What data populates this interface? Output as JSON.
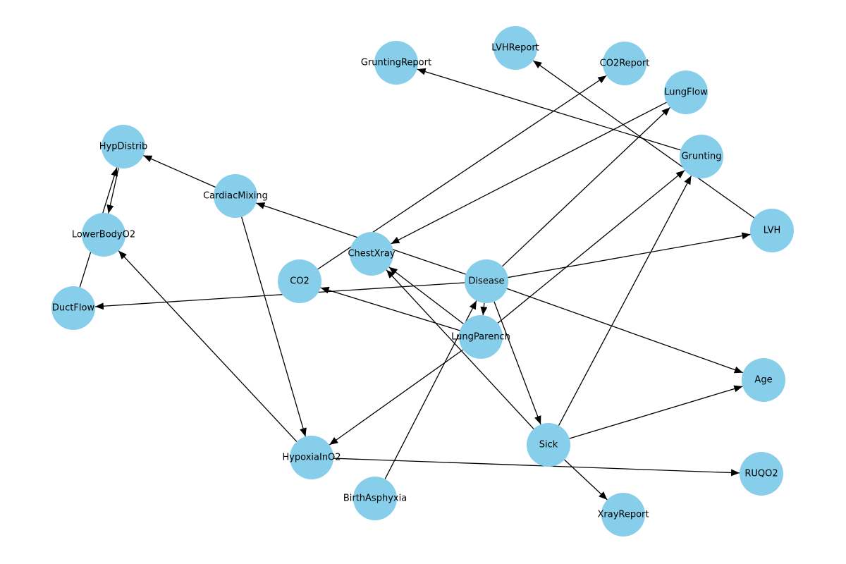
{
  "graph": {
    "node_color": "#87CEEB",
    "edge_color": "#000000",
    "nodes": [
      {
        "id": "LVHReport",
        "label": "LVHReport"
      },
      {
        "id": "GruntingReport",
        "label": "GruntingReport"
      },
      {
        "id": "CO2Report",
        "label": "CO2Report"
      },
      {
        "id": "LungFlow",
        "label": "LungFlow"
      },
      {
        "id": "Grunting",
        "label": "Grunting"
      },
      {
        "id": "HypDistrib",
        "label": "HypDistrib"
      },
      {
        "id": "CardiacMixing",
        "label": "CardiacMixing"
      },
      {
        "id": "LowerBodyO2",
        "label": "LowerBodyO2"
      },
      {
        "id": "LVH",
        "label": "LVH"
      },
      {
        "id": "ChestXray",
        "label": "ChestXray"
      },
      {
        "id": "CO2",
        "label": "CO2"
      },
      {
        "id": "Disease",
        "label": "Disease"
      },
      {
        "id": "DuctFlow",
        "label": "DuctFlow"
      },
      {
        "id": "LungParench",
        "label": "LungParench"
      },
      {
        "id": "Age",
        "label": "Age"
      },
      {
        "id": "Sick",
        "label": "Sick"
      },
      {
        "id": "HypoxiaInO2",
        "label": "HypoxiaInO2"
      },
      {
        "id": "RUQO2",
        "label": "RUQO2"
      },
      {
        "id": "BirthAsphyxia",
        "label": "BirthAsphyxia"
      },
      {
        "id": "XrayReport",
        "label": "XrayReport"
      }
    ],
    "edges": [
      {
        "from": "Disease",
        "to": "LungFlow"
      },
      {
        "from": "Disease",
        "to": "LVH"
      },
      {
        "from": "Disease",
        "to": "DuctFlow"
      },
      {
        "from": "Disease",
        "to": "CardiacMixing"
      },
      {
        "from": "Disease",
        "to": "LungParench"
      },
      {
        "from": "Disease",
        "to": "Age"
      },
      {
        "from": "Disease",
        "to": "Sick"
      },
      {
        "from": "LungParench",
        "to": "ChestXray"
      },
      {
        "from": "LungParench",
        "to": "CO2"
      },
      {
        "from": "LungParench",
        "to": "Grunting"
      },
      {
        "from": "LungParench",
        "to": "HypoxiaInO2"
      },
      {
        "from": "Sick",
        "to": "Grunting"
      },
      {
        "from": "Sick",
        "to": "Age"
      },
      {
        "from": "Sick",
        "to": "ChestXray"
      },
      {
        "from": "Sick",
        "to": "XrayReport"
      },
      {
        "from": "Grunting",
        "to": "GruntingReport"
      },
      {
        "from": "LVH",
        "to": "LVHReport"
      },
      {
        "from": "CO2",
        "to": "CO2Report"
      },
      {
        "from": "LungFlow",
        "to": "ChestXray"
      },
      {
        "from": "CardiacMixing",
        "to": "HypDistrib"
      },
      {
        "from": "CardiacMixing",
        "to": "HypoxiaInO2"
      },
      {
        "from": "DuctFlow",
        "to": "HypDistrib"
      },
      {
        "from": "HypDistrib",
        "to": "LowerBodyO2"
      },
      {
        "from": "HypoxiaInO2",
        "to": "LowerBodyO2"
      },
      {
        "from": "HypoxiaInO2",
        "to": "RUQO2"
      },
      {
        "from": "BirthAsphyxia",
        "to": "Disease"
      }
    ]
  }
}
